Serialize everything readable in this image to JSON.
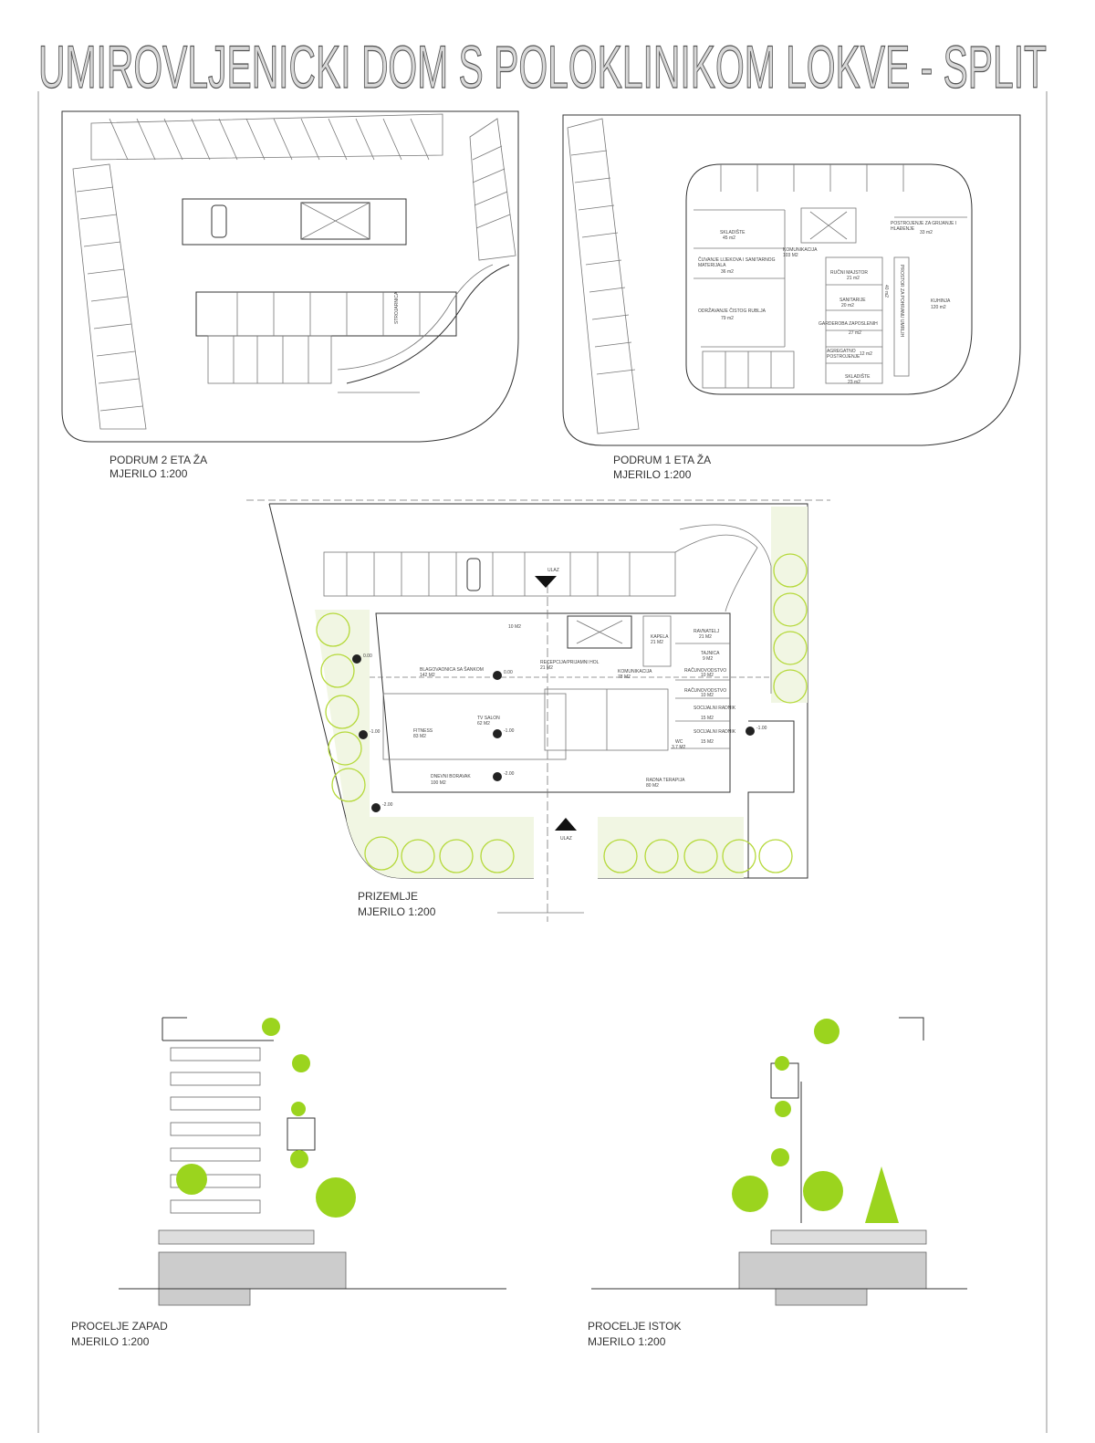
{
  "title": "UMIROVLJENICKI DOM S POLOKLINIKOM  LOKVE - SPLIT",
  "plans": {
    "podrum2": {
      "name": "PODRUM 2 ETA ŽA",
      "scale": "MJERILO 1:200",
      "rooms": [
        "STROJARNICA"
      ]
    },
    "podrum1": {
      "name": "PODRUM 1 ETA ŽA",
      "scale": "MJERILO 1:200",
      "rooms": [
        {
          "name": "SKLADIŠTE",
          "area": "45 m2"
        },
        {
          "name": "ČUVANJE LIJEKOVA I SANITARNOG",
          "name2": "MATERIJALA",
          "area": "36 m2"
        },
        {
          "name": "ODRŽAVANJE ČISTOG RUBLJA",
          "area": "79 m2"
        },
        {
          "name": "KOMUNIKACIJA",
          "area": "103 M2"
        },
        {
          "name": "RUČNI MAJSTOR",
          "area": "21 m2"
        },
        {
          "name": "SANITARIJE",
          "area": "20 m2"
        },
        {
          "name": "GARDEROBA ZAPOSLENIH",
          "area": "27 m2"
        },
        {
          "name": "AGREGATNO",
          "name2": "POSTROJENJE",
          "area": "12 m2"
        },
        {
          "name": "SKLADIŠTE",
          "area": "23 m2"
        },
        {
          "name": "POSTROJENJE ZA GRIJANJE I",
          "name2": "HLAĐENJE",
          "area": "33 m2"
        },
        {
          "name": "KUHINJA",
          "area": "120 m2"
        },
        {
          "name": "PROSTOR ZA POHRANU UMRLIH",
          "area": "40 m2"
        }
      ]
    },
    "prizemlje": {
      "name": "PRIZEMLJE",
      "scale": "MJERILO 1:200",
      "entrance": "ULAZ",
      "rooms": [
        {
          "name": "BLAGOVAONICA SA ŠANKOM",
          "area": "142 M2"
        },
        {
          "name": "RECEPCIJA/PRIJAMNI HOL",
          "area": "21 M2"
        },
        {
          "name": "KOMUNIKACIJA",
          "area": "78 M2"
        },
        {
          "name": "KAPELA",
          "area": "21 M2"
        },
        {
          "name": "RAVNATELJ",
          "area": "21 M2"
        },
        {
          "name": "TAJNICA",
          "area": "9 M2"
        },
        {
          "name": "RAČUNOVODSTVO",
          "area": "10 M2"
        },
        {
          "name": "RAČUNOVODSTVO",
          "area": "10 M2"
        },
        {
          "name": "SOCIJALNI RADNIK",
          "area": "15 M2"
        },
        {
          "name": "SOCIJALNI RADNIK",
          "area": "15 M2"
        },
        {
          "name": "WC",
          "area": "3.7 M2"
        },
        {
          "name": "FITNESS",
          "area": "83 M2"
        },
        {
          "name": "TV SALON",
          "area": "62 M2"
        },
        {
          "name": "DNEVNI BORAVAK",
          "area": "100 M2"
        },
        {
          "name": "RADNA TERAPIJA",
          "area": "80 M2"
        },
        {
          "name": "",
          "area": "10 M2"
        }
      ],
      "levels": [
        "0.00",
        "0.00",
        "-1.00",
        "-1.00",
        "-2.00",
        "-2.00",
        "-1.00"
      ]
    }
  },
  "elevations": {
    "west": {
      "name": "PROCELJE ZAPAD",
      "scale": "MJERILO 1:200"
    },
    "east": {
      "name": "PROCELJE ISTOK",
      "scale": "MJERILO 1:200"
    }
  }
}
